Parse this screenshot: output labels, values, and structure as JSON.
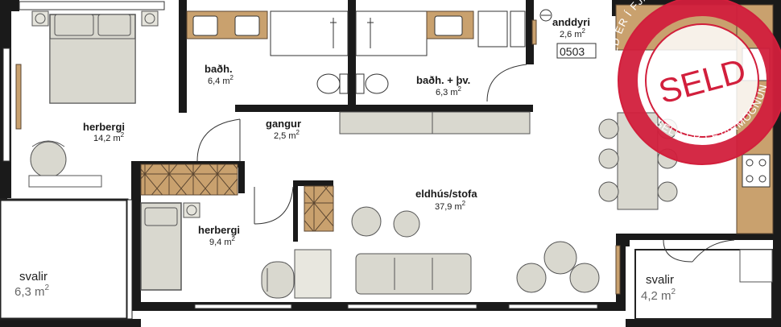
{
  "rooms": {
    "herbergi_1": {
      "name": "herbergi",
      "area": "14,2",
      "unit": "m",
      "exp": "2"
    },
    "badh": {
      "name": "baðh.",
      "area": "6,4",
      "unit": "m",
      "exp": "2"
    },
    "badh_thv": {
      "name": "baðh. + þv.",
      "area": "6,3",
      "unit": "m",
      "exp": "2"
    },
    "anddyri": {
      "name": "anddyri",
      "area": "2,6",
      "unit": "m",
      "exp": "2"
    },
    "gangur": {
      "name": "gangur",
      "area": "2,5",
      "unit": "m",
      "exp": "2"
    },
    "herbergi_2": {
      "name": "herbergi",
      "area": "9,4",
      "unit": "m",
      "exp": "2"
    },
    "eldhus": {
      "name": "eldhús/stofa",
      "area": "37,9",
      "unit": "m",
      "exp": "2"
    },
    "svalir_1": {
      "name": "svalir",
      "area": "6,3",
      "unit": "m",
      "exp": "2"
    },
    "svalir_2": {
      "name": "svalir",
      "area": "4,2",
      "unit": "m",
      "exp": "2"
    }
  },
  "unit_number": "0503",
  "stamp": {
    "main": "SELD",
    "ring_text": "SELD ER Í FJÁRMÖGNUN",
    "color": "#d21f3c"
  },
  "colors": {
    "wall": "#1a1a1a",
    "wood": "#c9a16e",
    "furniture": "#d9d8cf",
    "furniture_stroke": "#555555"
  }
}
